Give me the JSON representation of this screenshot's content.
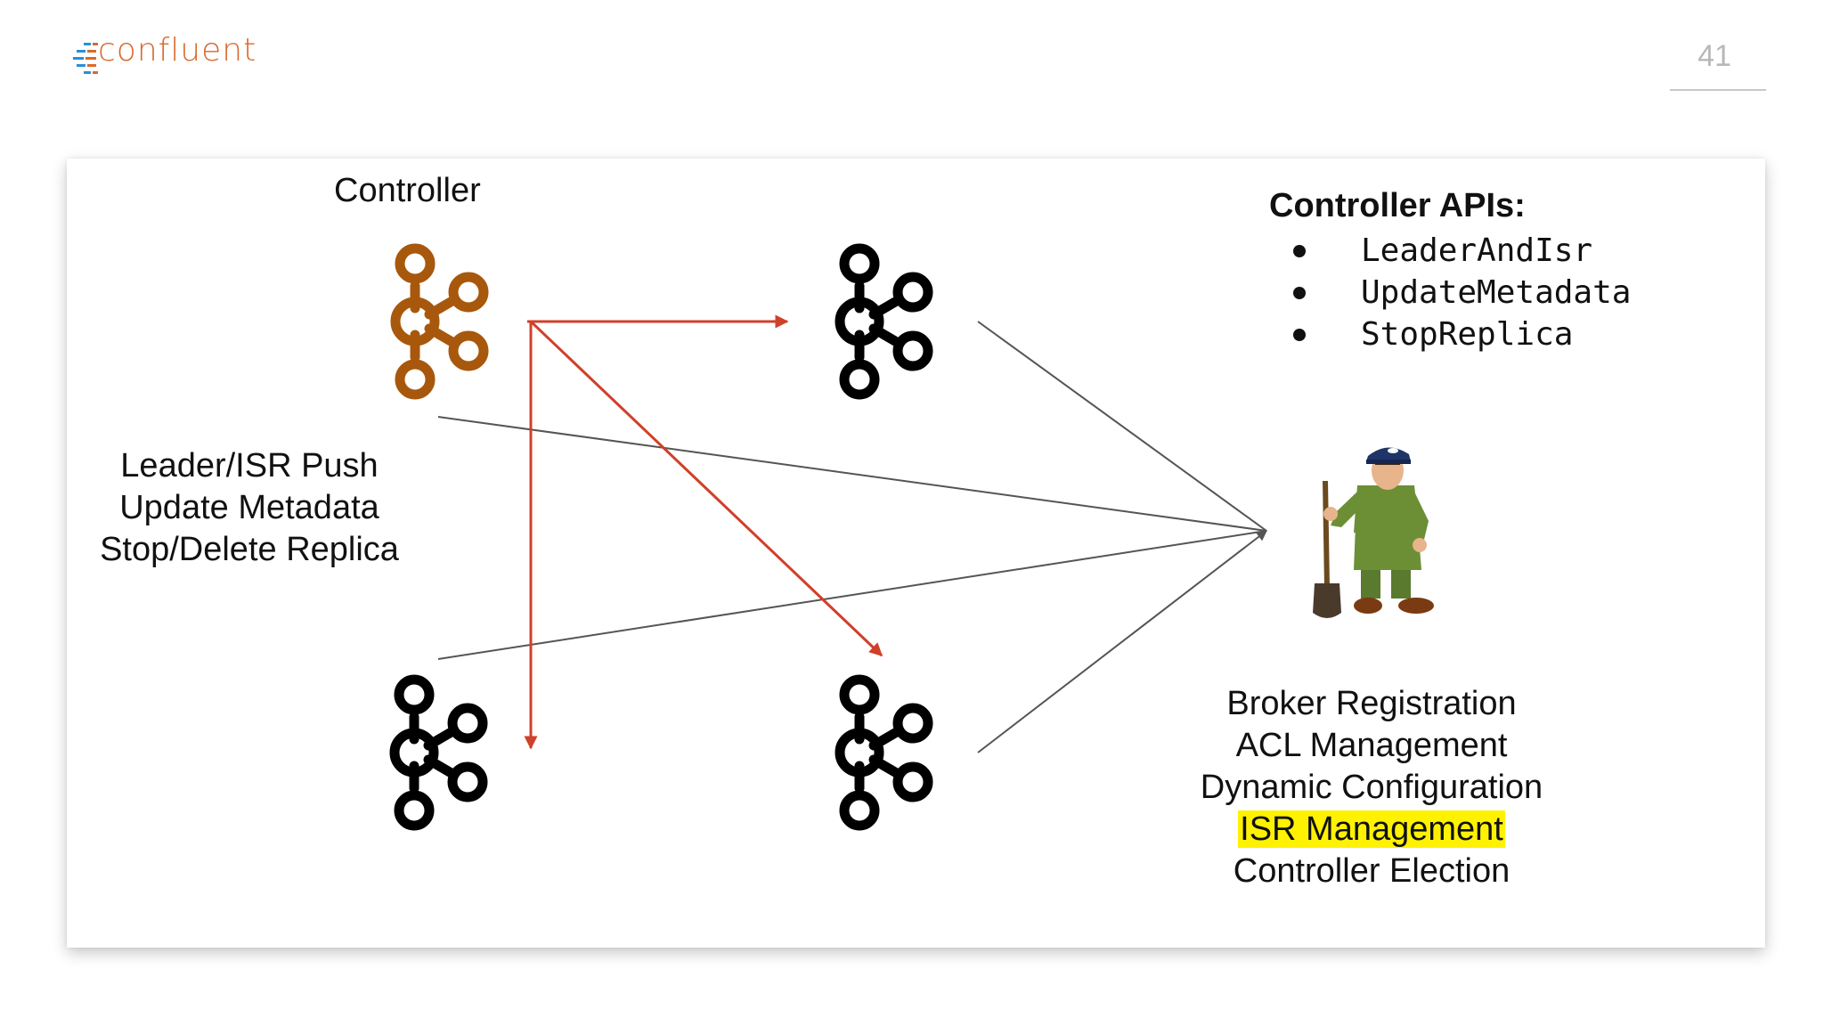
{
  "header": {
    "logo_text": "confluent",
    "page_number": "41"
  },
  "diagram": {
    "controller_label": "Controller",
    "controller_messages": [
      "Leader/ISR Push",
      "Update Metadata",
      "Stop/Delete Replica"
    ],
    "apis_title": "Controller APIs:",
    "apis": [
      "LeaderAndIsr",
      "UpdateMetadata",
      "StopReplica"
    ],
    "zookeeper_functions": [
      "Broker Registration",
      "ACL Management",
      "Dynamic Configuration",
      "ISR Management",
      "Controller Election"
    ],
    "highlighted_function_index": 3,
    "colors": {
      "controller_broker": "#a8580c",
      "broker": "#000000",
      "controller_arrow": "#d0402a",
      "zookeeper_line": "#555555",
      "highlight": "#fff200"
    },
    "icons": {
      "broker": "kafka-broker-icon",
      "zookeeper": "zookeeper-keeper-icon"
    }
  }
}
